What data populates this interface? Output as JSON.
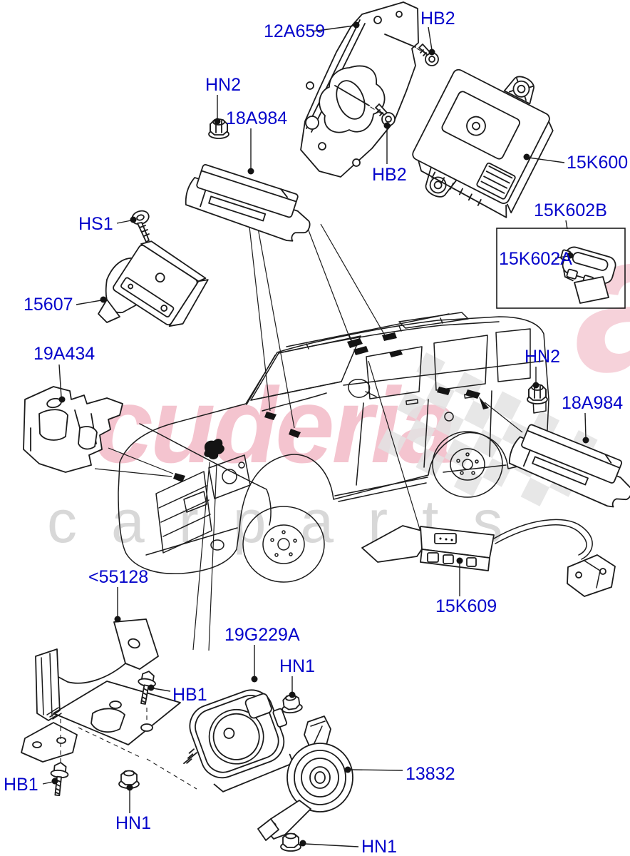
{
  "diagram": {
    "kind": "vehicle-parts-exploded-diagram",
    "colors": {
      "label_blue": "#0505cb",
      "line_ink": "#1c1c1c",
      "watermark_pink": "#e05575",
      "watermark_gray": "#cfcfcf",
      "checker_gray": "#e3e3e3"
    }
  },
  "watermark": {
    "brand": "scuderia",
    "subtext": "carparts",
    "fragment": "a"
  },
  "labels": [
    {
      "id": "12A659-bracket",
      "text": "12A659"
    },
    {
      "id": "HB2-screw-top",
      "text": "HB2"
    },
    {
      "id": "HN2-nut-top",
      "text": "HN2"
    },
    {
      "id": "18A984-antenna-top",
      "text": "18A984"
    },
    {
      "id": "15K600-module",
      "text": "15K600"
    },
    {
      "id": "HB2-screw-mid",
      "text": "HB2"
    },
    {
      "id": "15K602B-kit",
      "text": "15K602B"
    },
    {
      "id": "15K602A-module",
      "text": "15K602A"
    },
    {
      "id": "HS1-screw",
      "text": "HS1"
    },
    {
      "id": "15607-module",
      "text": "15607"
    },
    {
      "id": "19A434-bracket",
      "text": "19A434"
    },
    {
      "id": "HN2-nut-right",
      "text": "HN2"
    },
    {
      "id": "18A984-antenna-right",
      "text": "18A984"
    },
    {
      "id": "55128-bracket",
      "text": "<55128"
    },
    {
      "id": "15K609-module",
      "text": "15K609"
    },
    {
      "id": "19G229A-sounder",
      "text": "19G229A"
    },
    {
      "id": "HN1-nut-mid",
      "text": "HN1"
    },
    {
      "id": "HB1-bolt-mid",
      "text": "HB1"
    },
    {
      "id": "HB1-bolt-left",
      "text": "HB1"
    },
    {
      "id": "HN1-nut-bottomleft",
      "text": "HN1"
    },
    {
      "id": "13832-horn",
      "text": "13832"
    },
    {
      "id": "HN1-nut-bottom",
      "text": "HN1"
    }
  ]
}
